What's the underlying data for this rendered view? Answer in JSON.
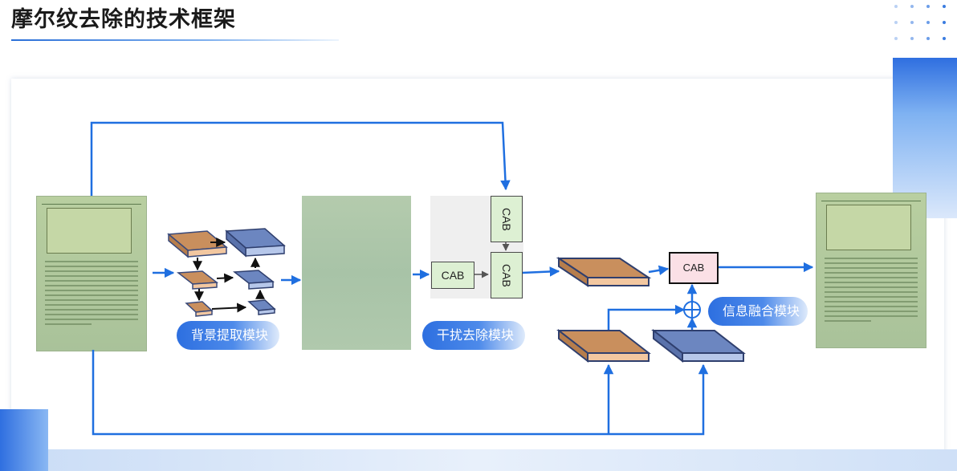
{
  "title": "摩尔纹去除的技术框架",
  "diagram": {
    "modules": {
      "background_extraction": "背景提取模块",
      "interference_removal": "干扰去除模块",
      "info_fusion": "信息融合模块"
    },
    "cab_label": "CAB"
  }
}
